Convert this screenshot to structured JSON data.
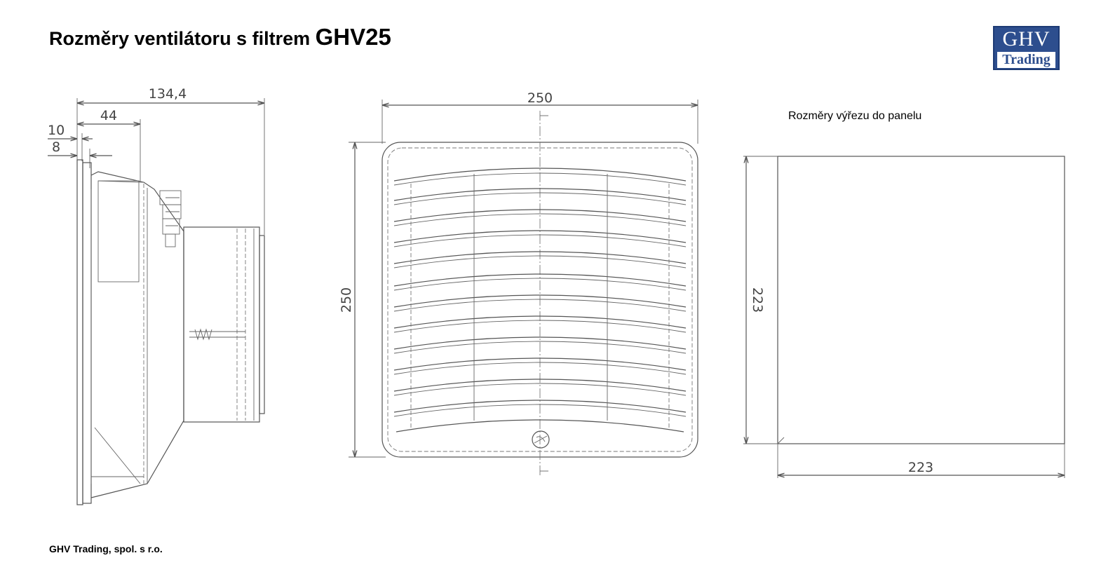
{
  "title": {
    "main": "Rozměry ventilátoru s filtrem ",
    "model": "GHV25"
  },
  "logo": {
    "line1": "GHV",
    "line2": "Trading"
  },
  "side_view": {
    "dim_total": "134,4",
    "dim_44": "44",
    "dim_10": "10",
    "dim_8": "8"
  },
  "front_view": {
    "dim_width": "250",
    "dim_height": "250"
  },
  "cutout": {
    "label": "Rozměry výřezu do panelu",
    "dim_height": "223",
    "dim_width": "223"
  },
  "footer": {
    "company": "GHV Trading, spol. s r.o."
  }
}
